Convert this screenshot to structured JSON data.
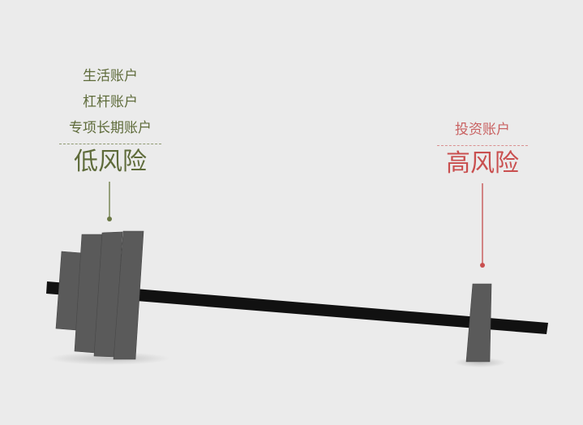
{
  "low_risk": {
    "accounts": [
      "生活账户",
      "杠杆账户",
      "专项长期账户"
    ],
    "label": "低风险",
    "color": "#5e6b3a"
  },
  "high_risk": {
    "accounts": [
      "投资账户"
    ],
    "label": "高风险",
    "color": "#c94f4f"
  },
  "barbell": {
    "bar_color": "#111111",
    "plate_color": "#5a5a5a"
  }
}
